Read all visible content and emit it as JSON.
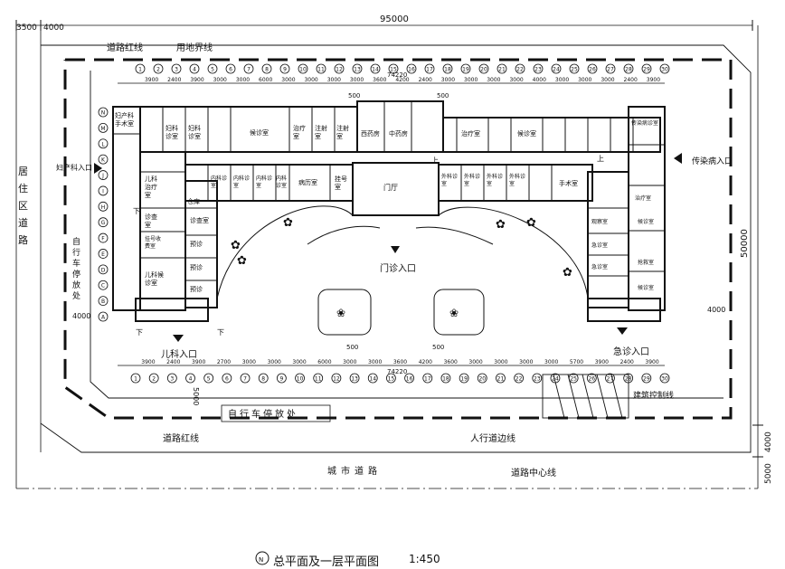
{
  "dims": {
    "top_total": "95000",
    "top_left_a": "3500",
    "top_left_b": "4000",
    "right_total": "50000",
    "right_a": "4000",
    "right_b": "5000",
    "left_4000": "4000",
    "right_4000": "4000",
    "bottom_5000": "5000",
    "top_74220": "74220",
    "bottom_74220": "74220",
    "mid_500_top": "500",
    "mid_500_bottom_a": "500",
    "mid_500_bottom_b": "500",
    "top_row": [
      "3900",
      "2400",
      "3900",
      "3000",
      "3000",
      "6000",
      "3000",
      "3000",
      "3000",
      "3000",
      "3600",
      "4200",
      "2400",
      "3000",
      "3000",
      "3000",
      "3000",
      "4000",
      "3000",
      "3000",
      "3000",
      "2400",
      "3900"
    ],
    "bottom_row": [
      "3900",
      "2400",
      "3900",
      "2700",
      "3000",
      "3000",
      "3000",
      "6000",
      "3000",
      "3000",
      "3600",
      "4200",
      "3600",
      "3000",
      "3000",
      "3000",
      "3000",
      "5700",
      "3900",
      "2400",
      "3900"
    ]
  },
  "labels": {
    "road_red_line_top": "道路红线",
    "land_boundary": "用地界线",
    "residential_road": "居住区道路",
    "bike_left": "自行车停放处",
    "maternity_entry": "妇产科入口",
    "infectious_entry": "传染病入口",
    "outpatient_entry": "门诊入口",
    "pediatric_entry": "儿科入口",
    "emergency_entry": "急诊入口",
    "bike_bottom": "自行车停放处",
    "building_control": "建筑控制线",
    "road_red_line_bottom": "道路红线",
    "sidewalk_line": "人行道边线",
    "city_road": "城市道路",
    "road_center": "道路中心线",
    "title": "总平面及一层平面图",
    "scale": "1:450",
    "down_1": "下",
    "down_2": "下",
    "down_3": "下",
    "up_1": "上",
    "up_2": "上"
  },
  "rooms": {
    "maternity_op": "妇产科手术室",
    "gyn_clinic": "妇科诊室",
    "gyn_clinic2": "妇科诊室",
    "waiting_1": "候诊室",
    "treatment_1": "治疗室",
    "injection": "注射室",
    "injection2": "注射室",
    "west_pharmacy": "西药房",
    "chinese_pharmacy": "中药房",
    "treatment_2": "治疗室",
    "waiting_2": "候诊室",
    "infect_room": "传染病诊室",
    "gen_int": "内科诊室",
    "gen_int2": "内科诊室",
    "gen_int3": "内科诊室",
    "gen_int4": "内科诊室",
    "records": "病历室",
    "registration": "挂号室",
    "lobby": "门厅",
    "s1": "外科诊室",
    "s2": "外科诊室",
    "s3": "外科诊室",
    "s4": "外科诊室",
    "s5": "手术室",
    "ped_treat": "儿科治疗室",
    "ped_wait": "诊查室",
    "ped_reg": "挂号收费室",
    "ped_wait2": "儿科候诊室",
    "storage": "仓库",
    "exam": "诊查室",
    "prewait1": "预诊",
    "prewait2": "预诊",
    "prewait3": "预诊",
    "e1": "治疗室",
    "e2": "观察室",
    "e3": "急诊室",
    "e4": "急诊室",
    "e5": "候诊室",
    "e6": "抢救室",
    "e7": "候诊室"
  },
  "axes_top": [
    "1",
    "2",
    "3",
    "4",
    "5",
    "6",
    "7",
    "8",
    "9",
    "10",
    "11",
    "12",
    "13",
    "14",
    "15",
    "16",
    "17",
    "18",
    "19",
    "20",
    "21",
    "22",
    "23",
    "24",
    "25",
    "26",
    "27",
    "28",
    "29",
    "30"
  ],
  "axes_bottom": [
    "1",
    "2",
    "3",
    "4",
    "5",
    "6",
    "7",
    "8",
    "9",
    "10",
    "11",
    "12",
    "13",
    "14",
    "15",
    "16",
    "17",
    "18",
    "19",
    "20",
    "21",
    "22",
    "23",
    "24",
    "25",
    "26",
    "27",
    "28",
    "29",
    "30"
  ],
  "axes_left": [
    "N",
    "M",
    "L",
    "K",
    "J",
    "I",
    "H",
    "G",
    "F",
    "E",
    "D",
    "C",
    "B",
    "A"
  ]
}
